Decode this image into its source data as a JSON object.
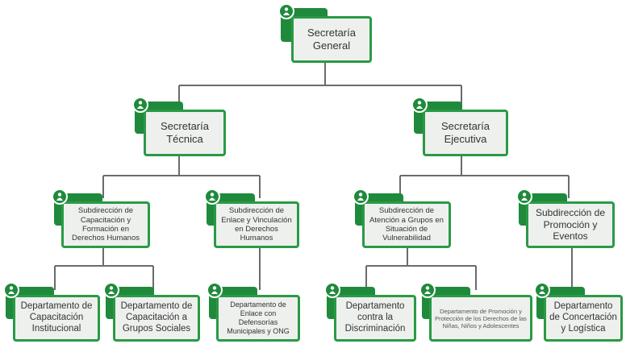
{
  "nodes": {
    "sg": "Secretaría General",
    "st": "Secretaría Técnica",
    "se": "Secretaría Ejecutiva",
    "sub1": "Subdirección de Capacitación y Formación en Derechos Humanos",
    "sub2": "Subdirección de Enlace y Vinculación en Derechos Humanos",
    "sub3": "Subdirección de Atención a Grupos en Situación de Vulnerabilidad",
    "sub4": "Subdirección de Promoción y Eventos",
    "d1": "Departamento de Capacitación Institucional",
    "d2": "Departamento de Capacitación a Grupos Sociales",
    "d3": "Departamento de Enlace con Defensorías Municipales y ONG",
    "d4": "Departamento contra la Discriminación",
    "d5": "Departamento de Promoción y Protección de los Derechos de las Niñas, Niños y Adolescentes",
    "d6": "Departamento de Concertación y Logística"
  },
  "colors": {
    "accent": "#1f8a3c",
    "border": "#2a9a45",
    "box_fill": "#eef0ee",
    "connector": "#6b6b6b"
  },
  "icon": "person-leaf-icon"
}
